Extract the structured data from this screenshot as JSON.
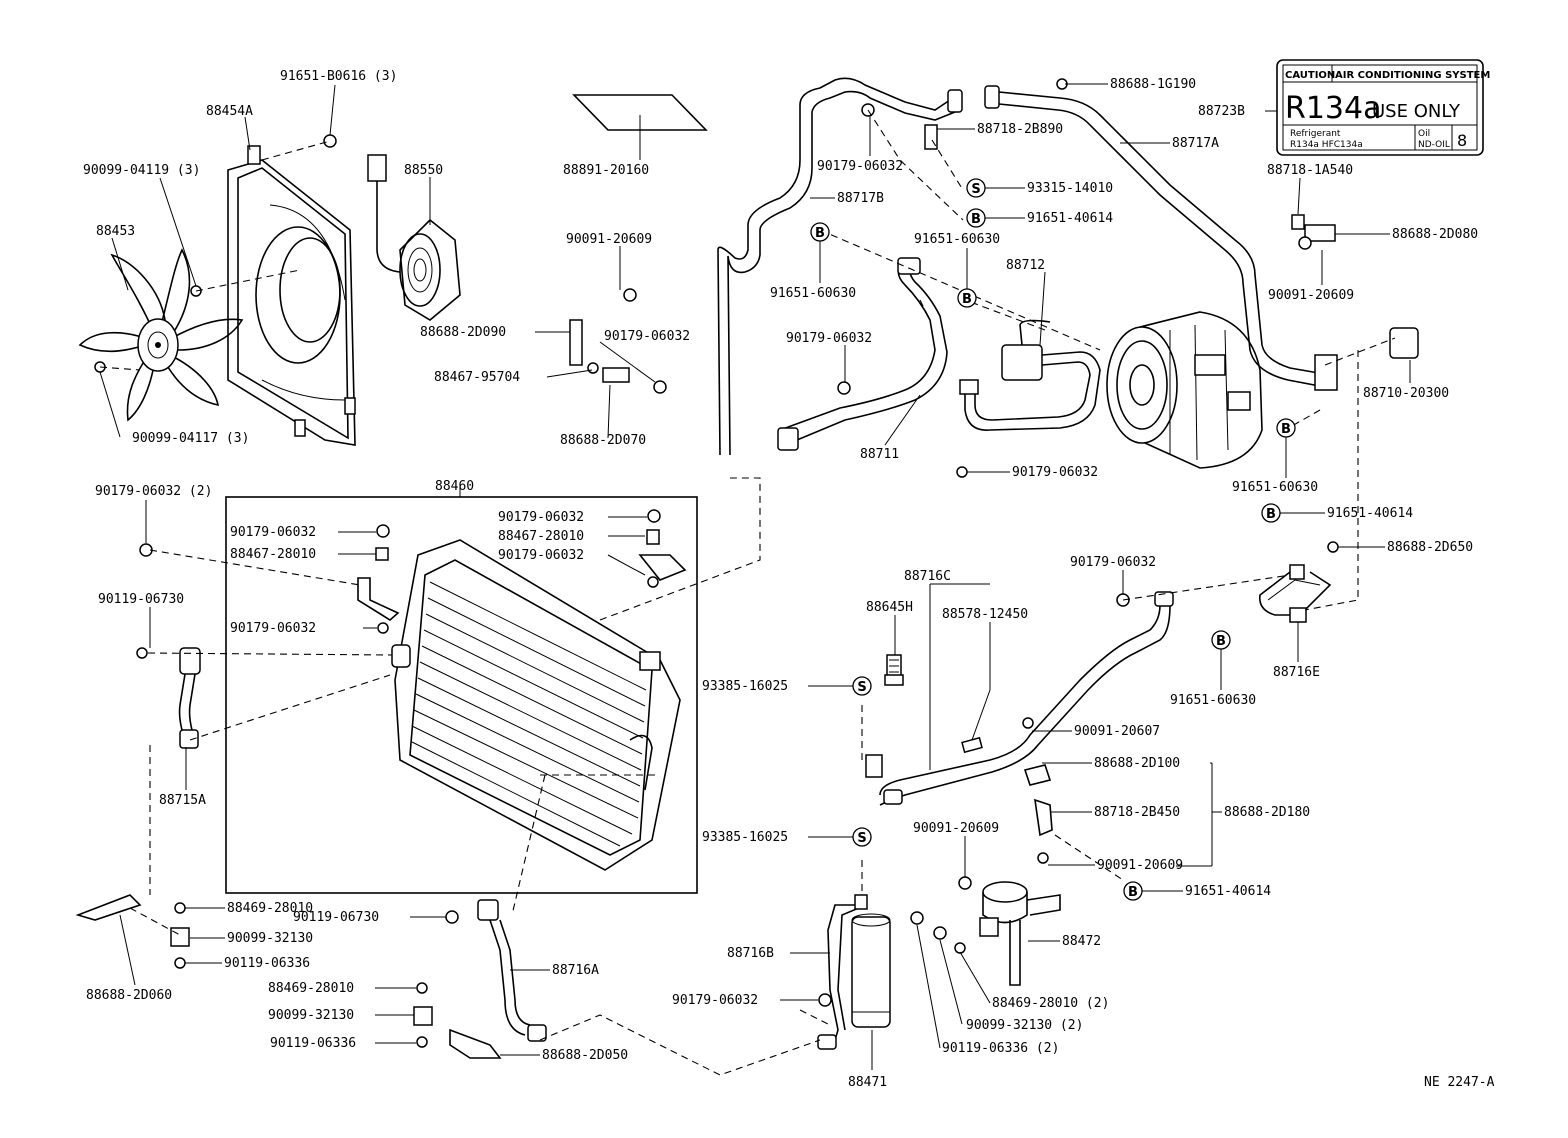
{
  "diagram_ref": "NE 2247-A",
  "caution_label": {
    "caution": "CAUTION",
    "system": "AIR CONDITIONING SYSTEM",
    "refrigerant": "R134a",
    "use_only": "USE ONLY",
    "refrigerant_label": "Refrigerant",
    "refrigerant_spec": "R134a HFC134a",
    "oil_label": "Oil",
    "oil_spec": "ND-OIL",
    "oil_no": "8"
  },
  "markers": {
    "S": "S",
    "B": "B"
  },
  "labels": [
    "91651-B0616 (3)",
    "88454A",
    "90099-04119 (3)",
    "88550",
    "88453",
    "90099-04117 (3)",
    "88891-20160",
    "90091-20609",
    "88688-2D090",
    "90179-06032",
    "88467-95704",
    "88688-2D070",
    "88688-1G190",
    "88723B",
    "90179-06032",
    "88718-2B890",
    "88717A",
    "88717B",
    "93315-14010",
    "91651-40614",
    "88718-1A540",
    "88688-2D080",
    "90091-20609",
    "91651-60630",
    "91651-60630",
    "88712",
    "90179-06032",
    "88711",
    "90179-06032",
    "88710-20300",
    "91651-60630",
    "91651-40614",
    "88688-2D650",
    "90179-06032 (2)",
    "88460",
    "90179-06032",
    "88467-28010",
    "90179-06032",
    "90179-06032",
    "88467-28010",
    "90179-06032",
    "90119-06730",
    "88715A",
    "88716C",
    "88645H",
    "88578-12450",
    "90179-06032",
    "88716E",
    "91651-60630",
    "93385-16025",
    "90091-20607",
    "88688-2D100",
    "88718-2B450",
    "88688-2D180",
    "93385-16025",
    "90091-20609",
    "90091-20609",
    "91651-40614",
    "88472",
    "88469-28010",
    "90119-06730",
    "90099-32130",
    "90119-06336",
    "88688-2D060",
    "88716A",
    "88469-28010",
    "90099-32130",
    "90119-06336",
    "88688-2D050",
    "88716B",
    "90179-06032",
    "88469-28010 (2)",
    "90099-32130 (2)",
    "90119-06336 (2)",
    "88471"
  ]
}
